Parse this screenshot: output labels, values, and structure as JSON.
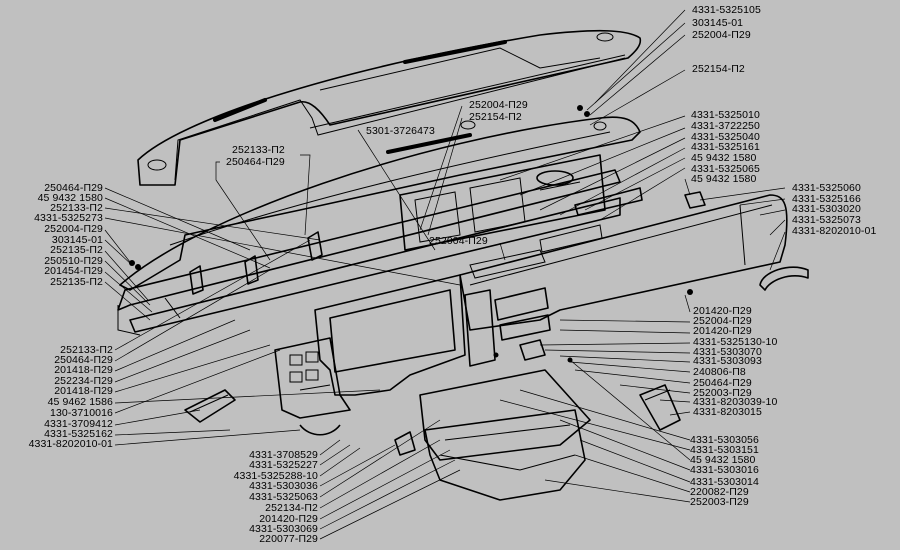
{
  "diagram": {
    "title": "Instrument panel assembly exploded view",
    "background": "#c0c0c0",
    "labels_top_right": [
      "4331-5325105",
      "303145-01",
      "252004-П29",
      "252154-П2"
    ],
    "labels_top_center": [
      "252004-П29",
      "252154-П2",
      "5301-3726473",
      "252133-П2",
      "250464-П29"
    ],
    "labels_mid_right": [
      "4331-5325010",
      "4331-3722250",
      "4331-5325040",
      "4331-5325161",
      "45 9432 1580",
      "4331-5325065",
      "45 9432 1580"
    ],
    "labels_far_right": [
      "4331-5325060",
      "4331-5325166",
      "4331-5303020",
      "4331-5325073",
      "4331-8202010-01"
    ],
    "labels_left_upper": [
      "250464-П29",
      "45 9432 1580",
      "252133-П2",
      "4331-5325273",
      "252004-П29",
      "303145-01",
      "252135-П2",
      "250510-П29",
      "201454-П29",
      "252135-П2"
    ],
    "label_center": "252004-П29",
    "labels_left_lower": [
      "252133-П2",
      "250464-П29",
      "201418-П29",
      "252234-П29",
      "201418-П29",
      "45 9462 1586",
      "130-3710016",
      "4331-3709412",
      "4331-5325162",
      "4331-8202010-01"
    ],
    "labels_right_lower": [
      "201420-П29",
      "252004-П29",
      "201420-П29",
      "4331-5325130-10",
      "4331-5303070",
      "4331-5303093",
      "240806-П8",
      "250464-П29",
      "252003-П29",
      "4331-8203039-10",
      "4331-8203015"
    ],
    "labels_right_bottom": [
      "4331-5303056",
      "4331-5303151",
      "45 9432 1580",
      "4331-5303016",
      "4331-5303014",
      "220082-П29",
      "252003-П29"
    ],
    "labels_bottom_center": [
      "4331-3708529",
      "4331-5325227",
      "4331-5325288-10",
      "4331-5303036",
      "4331-5325063",
      "252134-П2",
      "201420-П29",
      "4331-5303069",
      "220077-П29"
    ]
  }
}
